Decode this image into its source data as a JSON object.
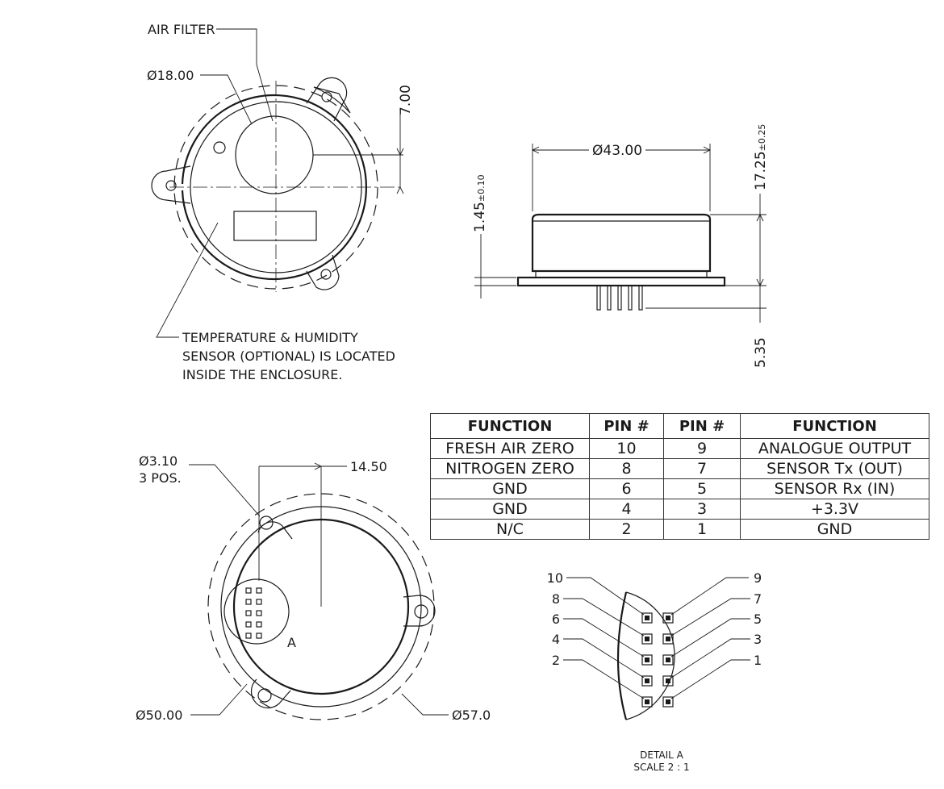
{
  "top_view": {
    "air_filter_label": "AIR FILTER",
    "filter_diameter_label": "Ø18.00",
    "offset_dim": "7.00",
    "sensor_note": [
      "TEMPERATURE & HUMIDITY",
      "SENSOR (OPTIONAL) IS LOCATED",
      "INSIDE THE ENCLOSURE."
    ]
  },
  "side_view": {
    "body_diameter_label": "Ø43.00",
    "base_thickness_dim": "1.45",
    "base_thickness_tol": "±0.10",
    "height_dim": "17.25",
    "height_tol": "±0.25",
    "pin_length_dim": "5.35"
  },
  "bottom_view": {
    "hole_label": "Ø3.10",
    "hole_count": "3 POS.",
    "offset_dim": "14.50",
    "detail_marker": "A",
    "inner_diameter_label": "Ø50.00",
    "outer_diameter_label": "Ø57.0"
  },
  "pin_table": {
    "headers": [
      "FUNCTION",
      "PIN #",
      "PIN #",
      "FUNCTION"
    ],
    "rows": [
      [
        "FRESH AIR ZERO",
        "10",
        "9",
        "ANALOGUE OUTPUT"
      ],
      [
        "NITROGEN ZERO",
        "8",
        "7",
        "SENSOR Tx (OUT)"
      ],
      [
        "GND",
        "6",
        "5",
        "SENSOR Rx (IN)"
      ],
      [
        "GND",
        "4",
        "3",
        "+3.3V"
      ],
      [
        "N/C",
        "2",
        "1",
        "GND"
      ]
    ]
  },
  "detail_a": {
    "left_pins": [
      "10",
      "8",
      "6",
      "4",
      "2"
    ],
    "right_pins": [
      "9",
      "7",
      "5",
      "3",
      "1"
    ],
    "title": "DETAIL A",
    "scale": "SCALE 2 : 1"
  }
}
